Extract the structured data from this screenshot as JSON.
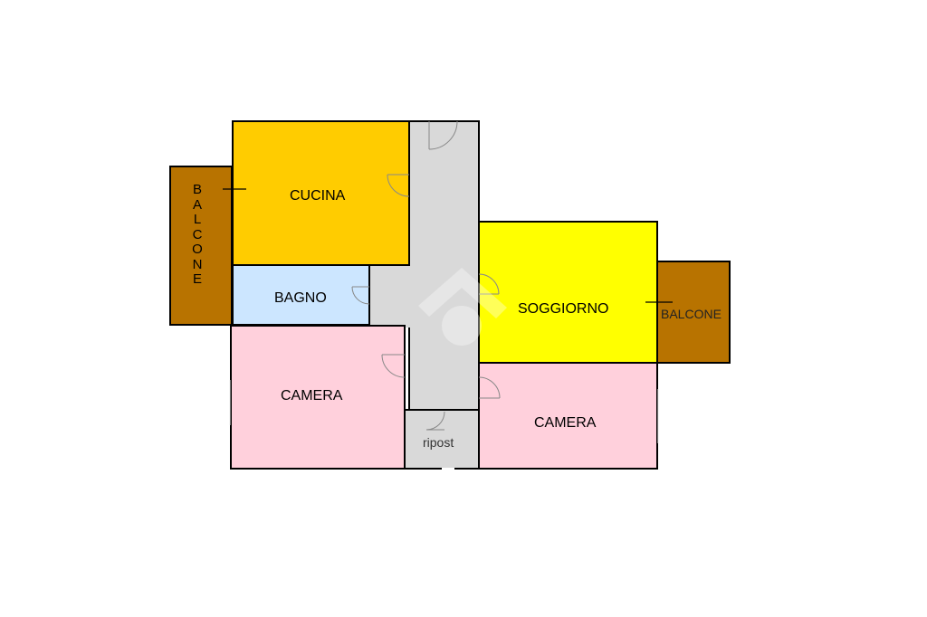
{
  "rooms": {
    "cucina": {
      "label": "CUCINA",
      "color": "#ffcc00"
    },
    "bagno": {
      "label": "BAGNO",
      "color": "#cce6ff"
    },
    "camera_left": {
      "label": "CAMERA",
      "color": "#ffd0dc"
    },
    "camera_right": {
      "label": "CAMERA",
      "color": "#ffd0dc"
    },
    "soggiorno": {
      "label": "SOGGIORNO",
      "color": "#ffff00"
    },
    "balcone_left": {
      "label": "B\nA\nL\nC\nO\nN\nE",
      "color": "#b87300"
    },
    "balcone_right": {
      "label": "BALCONE",
      "color": "#b87300"
    },
    "ripost": {
      "label": "ripost",
      "color": "#d9d9d9"
    },
    "corridor": {
      "color": "#d9d9d9"
    }
  }
}
